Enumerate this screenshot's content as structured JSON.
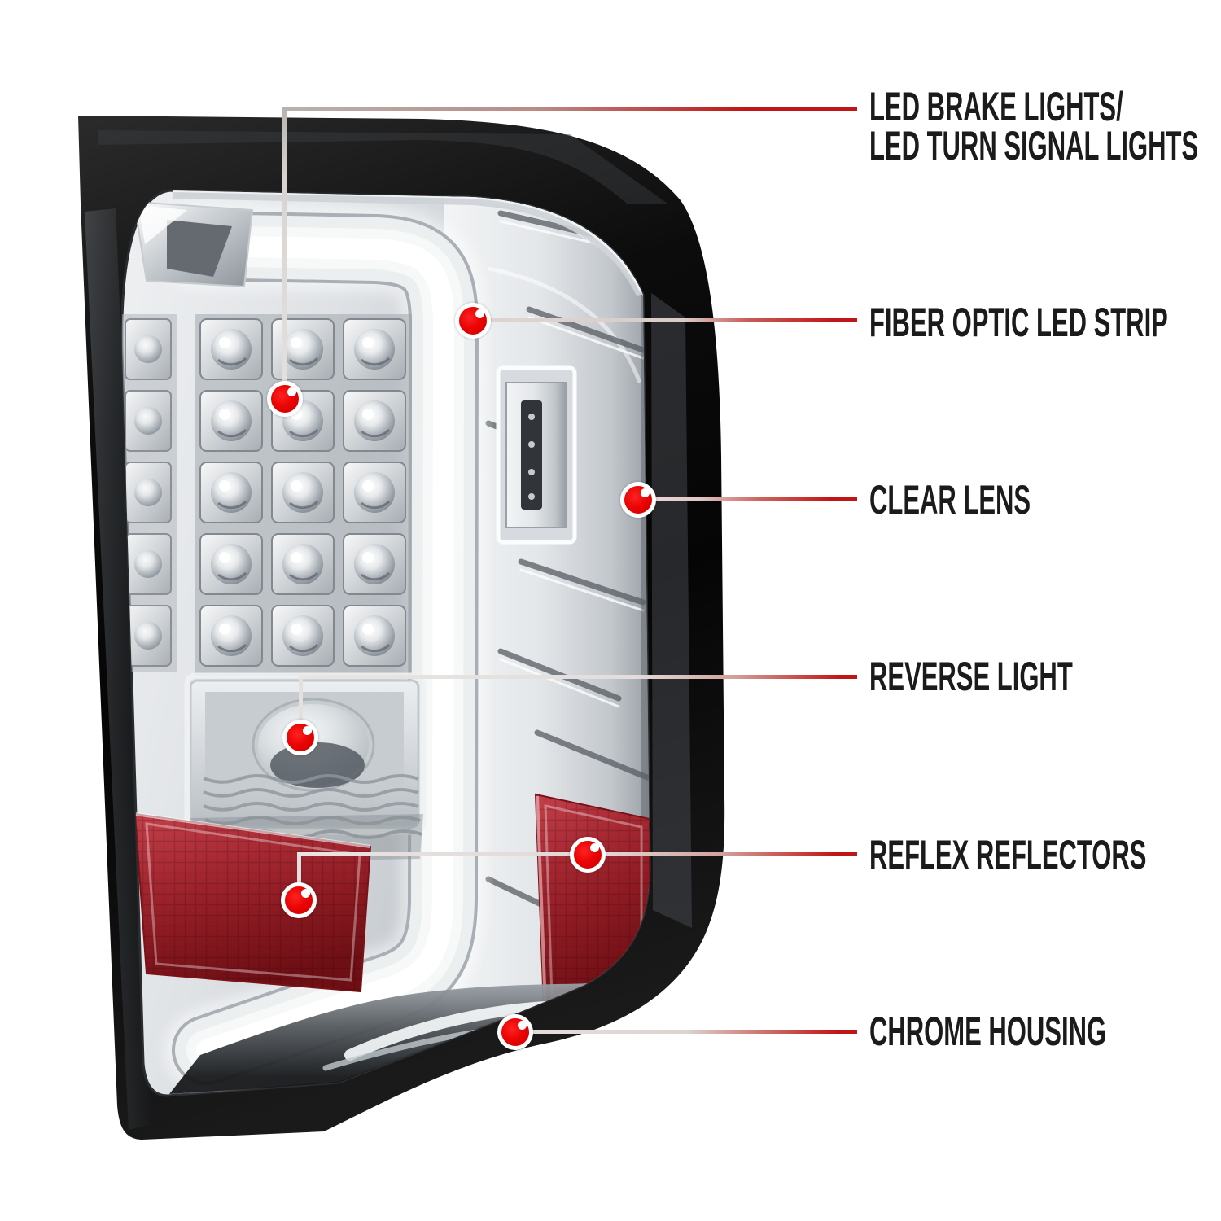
{
  "figure": {
    "alt": "Chrome housing LED tail light, three-quarter rear view, annotated product diagram on white background",
    "marker_count": 7
  },
  "colors": {
    "background": "#ffffff",
    "label_text": "#1b1b1b",
    "callout_line_red": "#c11616",
    "marker_dot_red": "#ea0404",
    "reflector_red": "#8c1a22",
    "housing_black": "#0a0a0a",
    "chrome_grey": "#c6cbd0"
  },
  "callouts": [
    {
      "id": "led-brake-turn",
      "lines": [
        "LED BRAKE LIGHTS/",
        "LED TURN SIGNAL LIGHTS"
      ]
    },
    {
      "id": "fiber-optic-strip",
      "lines": [
        "FIBER OPTIC LED STRIP"
      ]
    },
    {
      "id": "clear-lens",
      "lines": [
        "CLEAR LENS"
      ]
    },
    {
      "id": "reverse-light",
      "lines": [
        "REVERSE LIGHT"
      ]
    },
    {
      "id": "reflex-reflectors",
      "lines": [
        "REFLEX REFLECTORS"
      ]
    },
    {
      "id": "chrome-housing",
      "lines": [
        "CHROME HOUSING"
      ]
    }
  ]
}
